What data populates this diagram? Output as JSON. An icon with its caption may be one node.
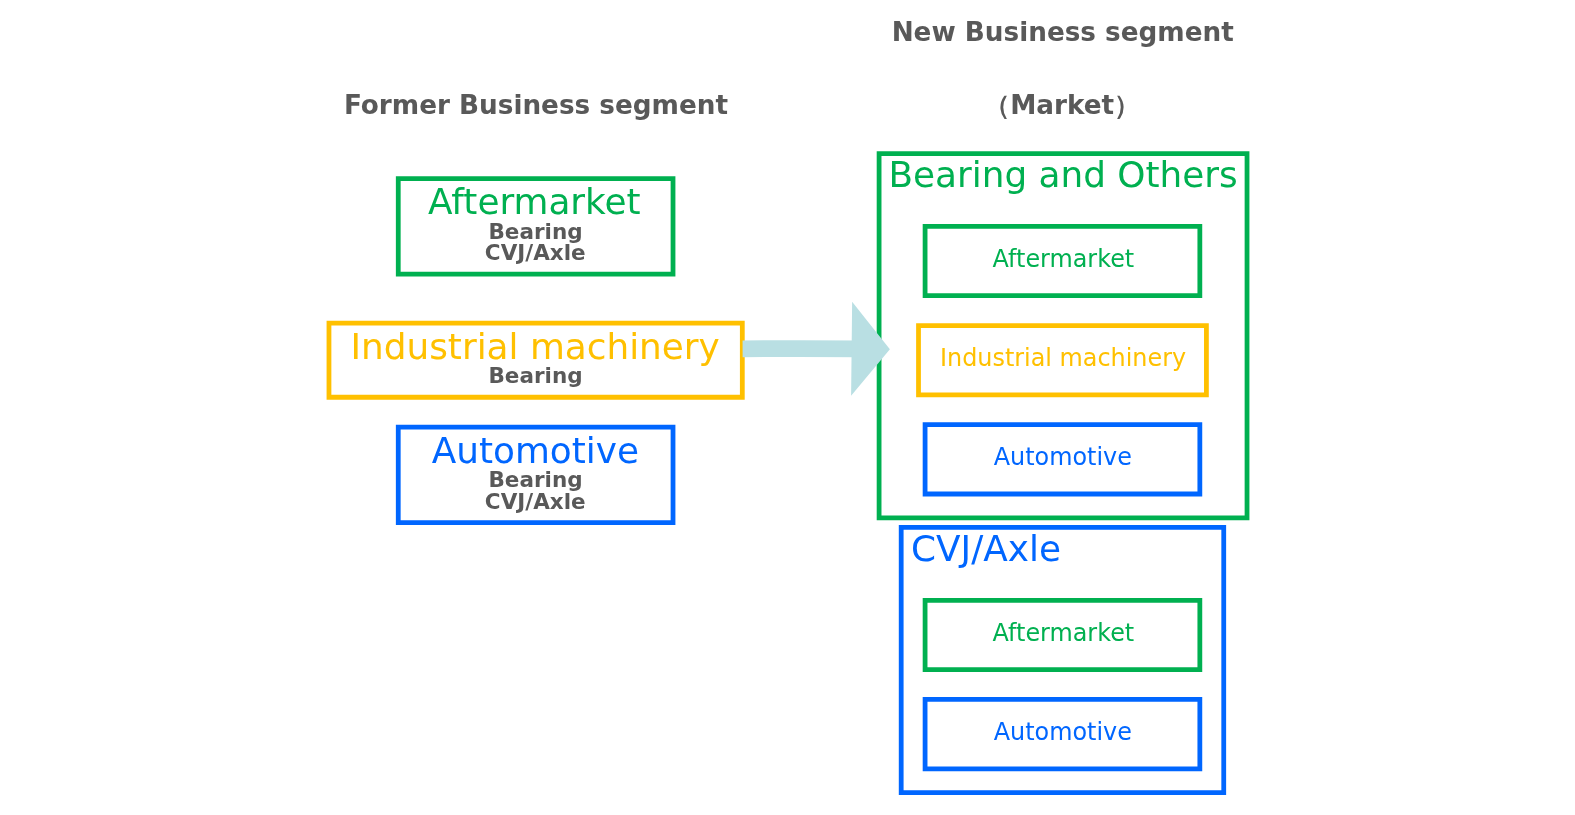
{
  "diagram": {
    "nodes": [
      {
        "text": [
          "Aftermarket",
          "Bearing",
          "CVJ/Axle"
        ]
      },
      {
        "text": [
          "Industrial machinery",
          "Bearing"
        ]
      },
      {
        "text": [
          "Automotive",
          "Bearing",
          "CVJ/Axle"
        ]
      },
      {
        "text": [
          "Bearing and Others"
        ]
      },
      {
        "text": [
          "Aftermarket"
        ],
        "in": 3
      },
      {
        "text": [
          "Industrial machinery"
        ],
        "in": 3
      },
      {
        "text": [
          "Automotive"
        ],
        "in": 3
      },
      {
        "text": [
          "CVJ/Axle"
        ]
      },
      {
        "text": [
          "Aftermarket"
        ],
        "in": 7
      },
      {
        "text": [
          "Automotive"
        ],
        "in": 7
      }
    ],
    "edges": [
      {
        "from": 1,
        "to": 3,
        "arrow": "to",
        "color": "#b9dfe3"
      }
    ],
    "labels": [
      "Former Business segment",
      "New Business segment",
      "（Market）"
    ]
  }
}
